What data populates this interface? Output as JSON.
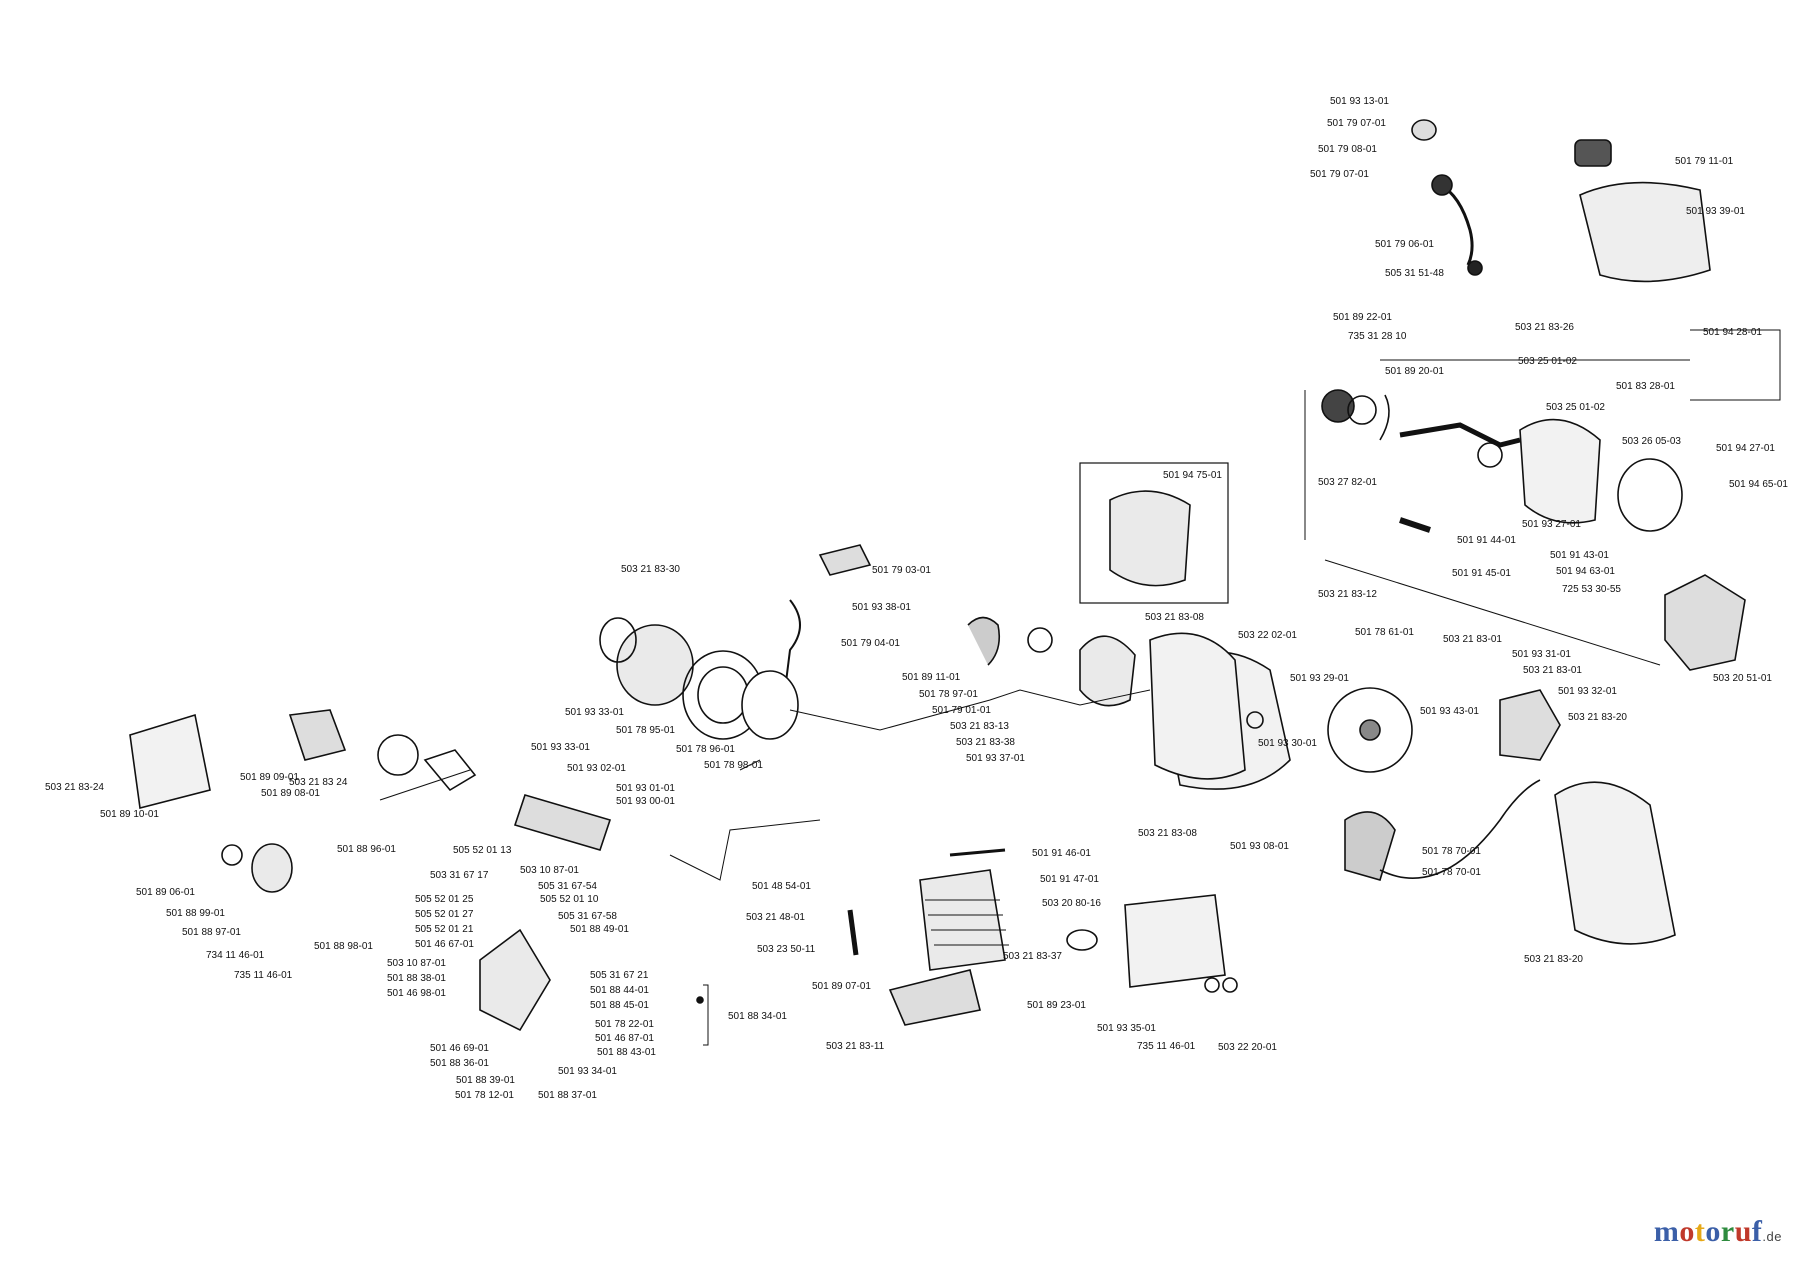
{
  "diagram": {
    "part_numbers": [
      "501 93 13-01",
      "501 79 07-01",
      "501 79 08-01",
      "501 79 07-01",
      "501 79 06-01",
      "505 31 51-48",
      "501 79 11-01",
      "501 93 39-01",
      "503 21 83-26",
      "501 89 22-01",
      "735 31 28 10",
      "503 25 01-02",
      "501 89 20-01",
      "501 83 28-01",
      "503 25 01-02",
      "501 94 28-01",
      "503 26 05-03",
      "501 94 27-01",
      "501 94 65-01",
      "503 27 82-01",
      "501 93 27-01",
      "501 91 44-01",
      "501 91 43-01",
      "501 91 45-01",
      "501 94 63-01",
      "725 53 30-55",
      "501 94 75-01",
      "503 21 83-12",
      "501 78 61-01",
      "503 22 02-01",
      "503 21 83-08",
      "503 21 83-01",
      "501 93 31-01",
      "503 21 83-01",
      "501 93 32-01",
      "501 93 29-01",
      "503 20 51-01",
      "501 93 43-01",
      "503 21 83-20",
      "501 93 30-01",
      "503 21 83-08",
      "501 93 08-01",
      "501 78 70-01",
      "501 78 70-01",
      "503 21 83-20",
      "503 21 83-30",
      "501 79 03-01",
      "501 93 38-01",
      "501 79 04-01",
      "501 93 33-01",
      "501 78 95-01",
      "501 78 96-01",
      "501 78 98-01",
      "501 89 11-01",
      "501 78 97-01",
      "501 79 01-01",
      "503 21 83-13",
      "503 21 83-38",
      "501 93 37-01",
      "501 89 09-01",
      "501 89 08-01",
      "503 21 83 24",
      "503 21 83-24",
      "501 89 10-01",
      "501 88 96-01",
      "501 93 33-01",
      "501 93 02-01",
      "501 93 01-01",
      "501 93 00-01",
      "501 91 46-01",
      "501 91 47-01",
      "503 20 80-16",
      "501 48 54-01",
      "503 21 48-01",
      "503 23 50-11",
      "503 21 83-37",
      "501 89 07-01",
      "503 21 83-11",
      "501 88 34-01",
      "501 89 23-01",
      "501 93 35-01",
      "735 11 46-01",
      "503 22 20-01",
      "501 89 06-01",
      "501 88 99-01",
      "501 88 97-01",
      "734 11 46-01",
      "735 11 46-01",
      "501 88 98-01",
      "505 52 01 13",
      "503 31 67 17",
      "503 10 87-01",
      "505 31 67-54",
      "505 52 01 25",
      "505 52 01 10",
      "505 52 01 27",
      "505 31 67-58",
      "505 52 01 21",
      "501 88 49-01",
      "501 46 67-01",
      "503 10 87-01",
      "505 31 67 21",
      "501 88 38-01",
      "501 88 44-01",
      "501 46 98-01",
      "501 88 45-01",
      "501 78 22-01",
      "501 46 87-01",
      "501 46 69-01",
      "501 88 43-01",
      "501 88 36-01",
      "501 93 34-01",
      "501 88 39-01",
      "501 78 12-01",
      "501 88 37-01"
    ]
  },
  "watermark": {
    "letters": [
      "m",
      "o",
      "t",
      "o",
      "r",
      "u",
      "f"
    ],
    "colors": [
      "#3b5fa8",
      "#c0392b",
      "#e6a817",
      "#3b5fa8",
      "#2e8b3e",
      "#c0392b",
      "#3b5fa8"
    ],
    "suffix": ".de"
  }
}
